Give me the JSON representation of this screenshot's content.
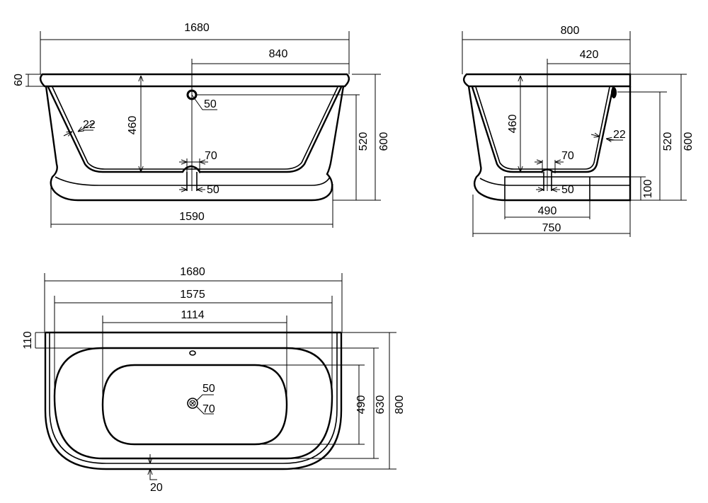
{
  "views": {
    "front": {
      "overall_length": "1680",
      "half_length": "840",
      "rim_height": "60",
      "inner_depth": "460",
      "overflow_diameter": "50",
      "wall_thickness": "22",
      "drain_outer": "70",
      "drain_inner": "50",
      "overflow_height": "520",
      "total_height": "600",
      "base_length": "1590"
    },
    "side": {
      "overall_width": "800",
      "half_width": "420",
      "inner_depth": "460",
      "wall_thickness": "22",
      "drain_outer": "70",
      "drain_inner": "50",
      "overflow_height": "520",
      "total_height": "600",
      "plinth_height": "100",
      "inner_base_width": "490",
      "base_width": "750"
    },
    "top": {
      "overall_length": "1680",
      "rim_inner_length": "1575",
      "bottom_length": "1114",
      "rim_depth": "110",
      "drain_inner": "50",
      "drain_outer": "70",
      "bottom_width": "490",
      "inner_width": "630",
      "overall_width": "800",
      "wall_thickness": "20"
    }
  }
}
